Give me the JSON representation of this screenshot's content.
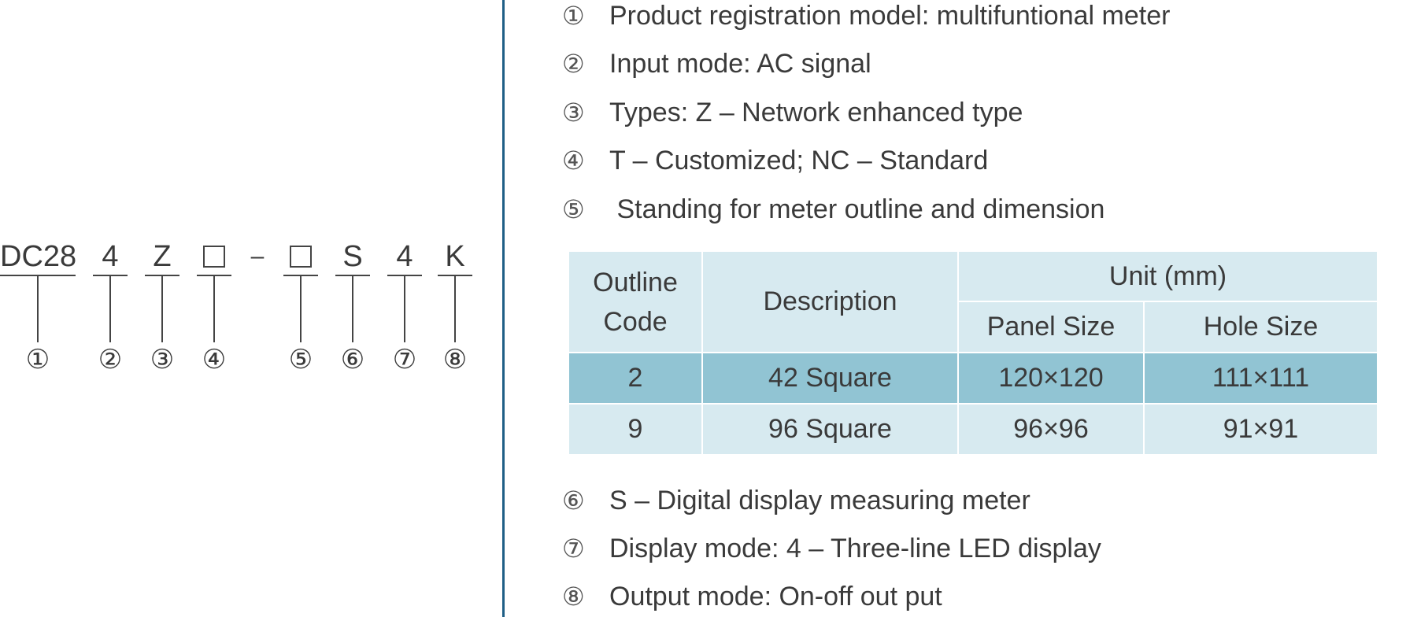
{
  "model_code": {
    "segments": [
      {
        "text": "DC28",
        "num": "①"
      },
      {
        "text": "4",
        "num": "②"
      },
      {
        "text": "Z",
        "num": "③"
      },
      {
        "text": "□",
        "num": "④"
      },
      {
        "text": "□",
        "num": "⑤"
      },
      {
        "text": "S",
        "num": "⑥"
      },
      {
        "text": "4",
        "num": "⑦"
      },
      {
        "text": "K",
        "num": "⑧"
      }
    ],
    "separator": "–"
  },
  "items": [
    {
      "marker": "①",
      "text": "Product registration model: multifuntional meter"
    },
    {
      "marker": "②",
      "text": "Input mode: AC signal"
    },
    {
      "marker": "③",
      "text": "Types: Z – Network enhanced type"
    },
    {
      "marker": "④",
      "text": "T – Customized; NC – Standard"
    },
    {
      "marker": "⑤",
      "text": " Standing for meter outline and dimension"
    },
    {
      "marker": "⑥",
      "text": "S – Digital display measuring meter"
    },
    {
      "marker": "⑦",
      "text": "Display mode: 4 – Three-line LED display"
    },
    {
      "marker": "⑧",
      "text": "Output mode: On-off out put"
    }
  ],
  "table": {
    "headers": {
      "outline_code_line1": "Outline",
      "outline_code_line2": "Code",
      "description": "Description",
      "unit": "Unit (mm)",
      "panel_size": "Panel Size",
      "hole_size": "Hole Size"
    },
    "rows": [
      {
        "code": "2",
        "description": "42 Square",
        "panel": "120×120",
        "hole": "111×111"
      },
      {
        "code": "9",
        "description": "96 Square",
        "panel": "96×96",
        "hole": "91×91"
      }
    ]
  },
  "colors": {
    "divider": "#1f5f86",
    "table_light": "#d7eaf0",
    "table_dark": "#91c4d3",
    "text": "#3a3a3a"
  }
}
